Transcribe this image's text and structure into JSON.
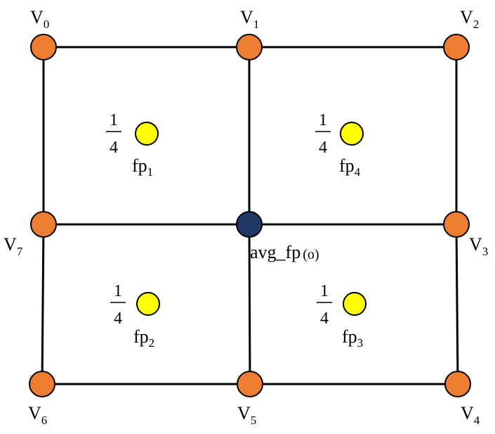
{
  "colors": {
    "vertex": "#ED7D31",
    "center": "#1F3864",
    "face_point": "#FFFF00",
    "stroke": "#000000",
    "background": "#FFFFFF"
  },
  "vertices": [
    {
      "id": "v0",
      "label": "V",
      "sub": "0"
    },
    {
      "id": "v1",
      "label": "V",
      "sub": "1"
    },
    {
      "id": "v2",
      "label": "V",
      "sub": "2"
    },
    {
      "id": "v3",
      "label": "V",
      "sub": "3"
    },
    {
      "id": "v4",
      "label": "V",
      "sub": "4"
    },
    {
      "id": "v5",
      "label": "V",
      "sub": "5"
    },
    {
      "id": "v6",
      "label": "V",
      "sub": "6"
    },
    {
      "id": "v7",
      "label": "V",
      "sub": "7"
    }
  ],
  "center": {
    "label": "avg_fp",
    "suffix": "(o)"
  },
  "face_points": [
    {
      "id": "fp1",
      "label": "fp",
      "sub": "1",
      "num": "1",
      "den": "4"
    },
    {
      "id": "fp4",
      "label": "fp",
      "sub": "4",
      "num": "1",
      "den": "4"
    },
    {
      "id": "fp2",
      "label": "fp",
      "sub": "2",
      "num": "1",
      "den": "4"
    },
    {
      "id": "fp3",
      "label": "fp",
      "sub": "3",
      "num": "1",
      "den": "4"
    }
  ]
}
